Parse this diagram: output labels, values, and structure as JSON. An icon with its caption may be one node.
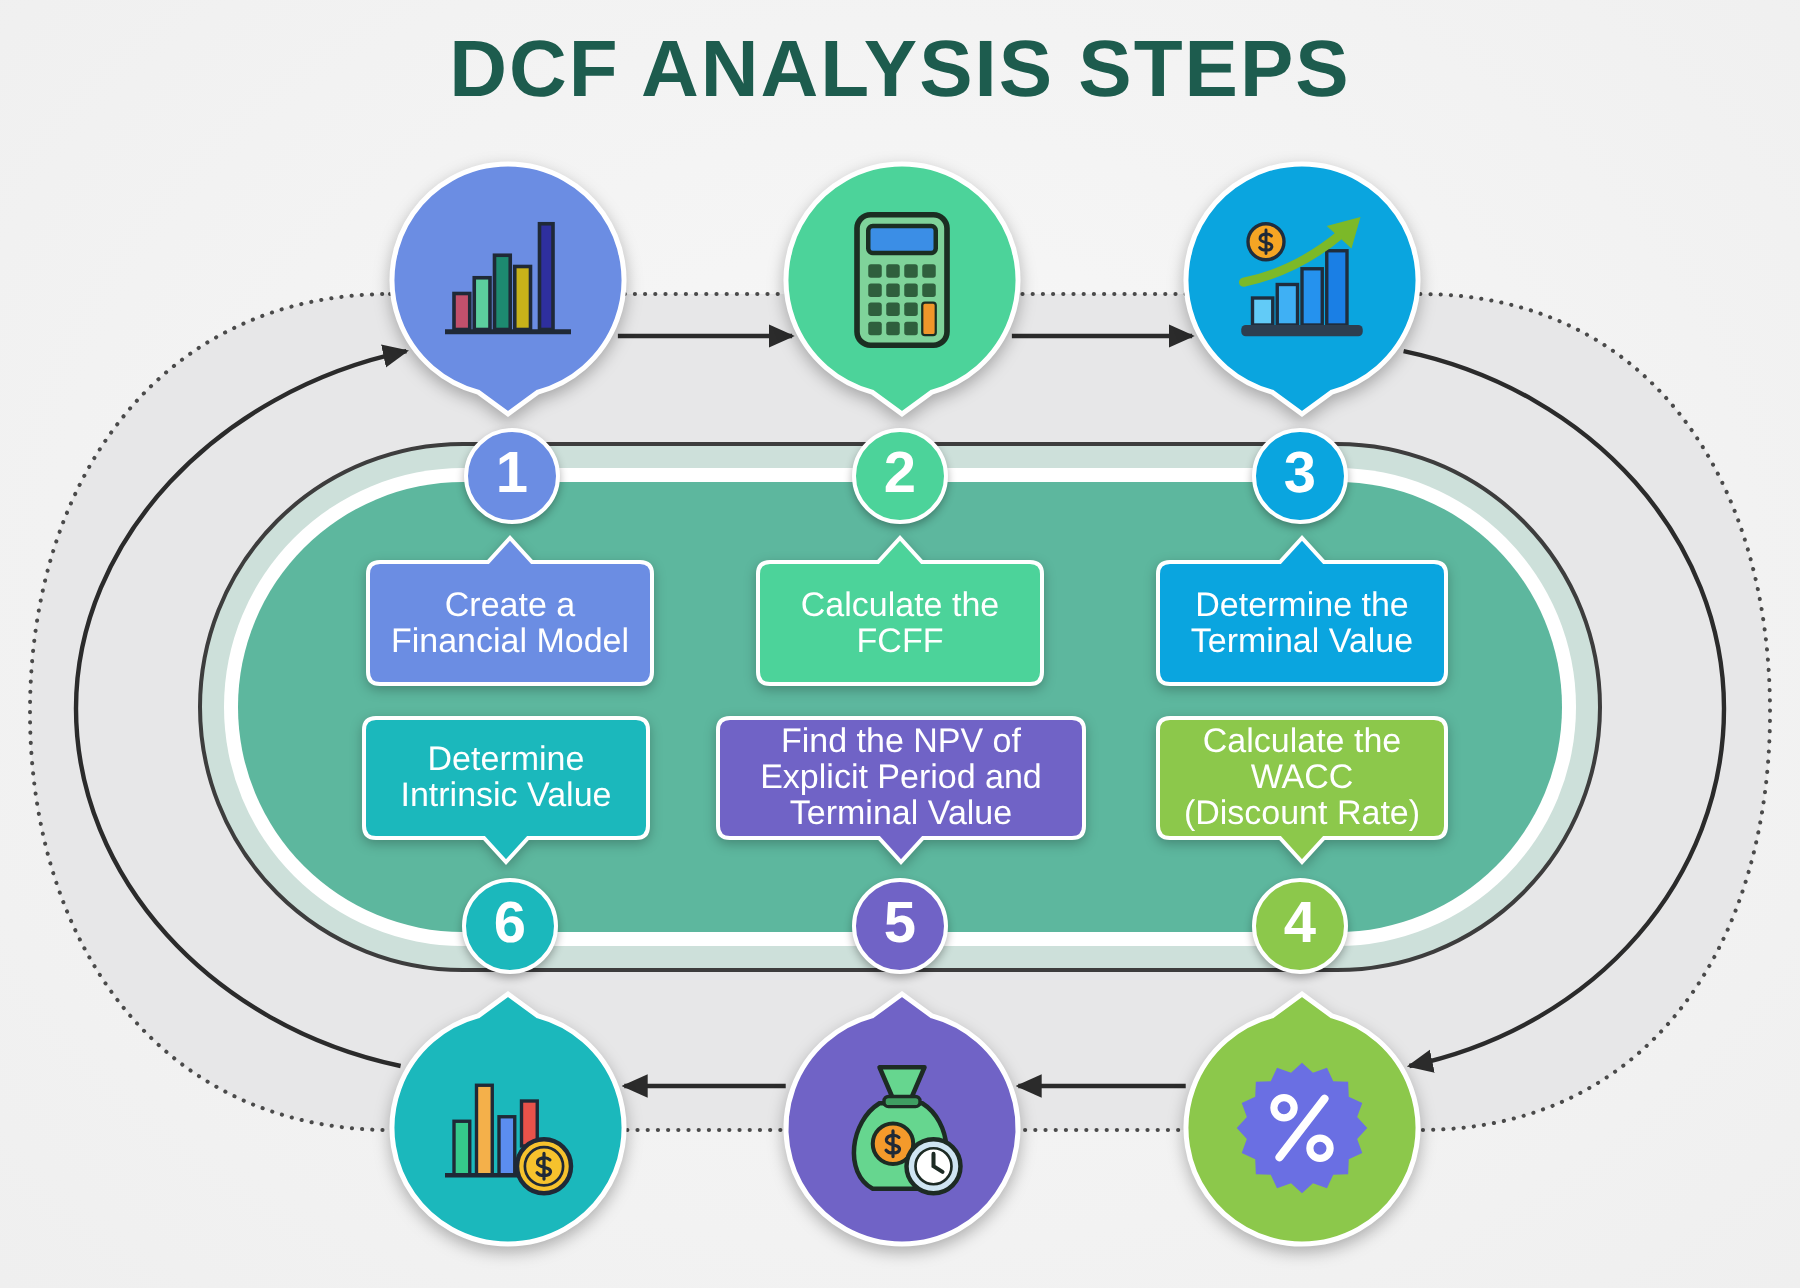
{
  "diagram": {
    "title": "DCF ANALYSIS STEPS",
    "nodes": [
      {
        "text": [],
        "shape": "picture"
      },
      {
        "text": [],
        "shape": "picture"
      },
      {
        "text": [],
        "shape": "picture"
      },
      {
        "text": [
          "1"
        ]
      },
      {
        "text": [
          "2"
        ]
      },
      {
        "text": [
          "3"
        ]
      },
      {
        "text": [
          "Create a Financial Model"
        ]
      },
      {
        "text": [
          "Calculate the FCFF"
        ]
      },
      {
        "text": [
          "Determine the Terminal Value"
        ]
      },
      {
        "text": [
          "Determine Intrinsic Value"
        ]
      },
      {
        "text": [
          "Find the NPV of Explicit Period and Terminal Value"
        ]
      },
      {
        "text": [
          "Calculate the WACC (Discount Rate)"
        ]
      },
      {
        "text": [
          "6"
        ]
      },
      {
        "text": [
          "5"
        ]
      },
      {
        "text": [
          "4"
        ]
      },
      {
        "text": [],
        "shape": "picture"
      },
      {
        "text": [],
        "shape": "picture"
      },
      {
        "text": [],
        "shape": "picture"
      }
    ],
    "edges": [
      {
        "from": 0,
        "to": 1,
        "arrow": "to"
      },
      {
        "from": 1,
        "to": 2,
        "arrow": "to"
      },
      {
        "from": 2,
        "to": 17,
        "arrow": "to"
      },
      {
        "from": 17,
        "to": 16,
        "arrow": "to"
      },
      {
        "from": 16,
        "to": 15,
        "arrow": "to"
      },
      {
        "from": 15,
        "to": 0,
        "arrow": "to"
      }
    ]
  }
}
